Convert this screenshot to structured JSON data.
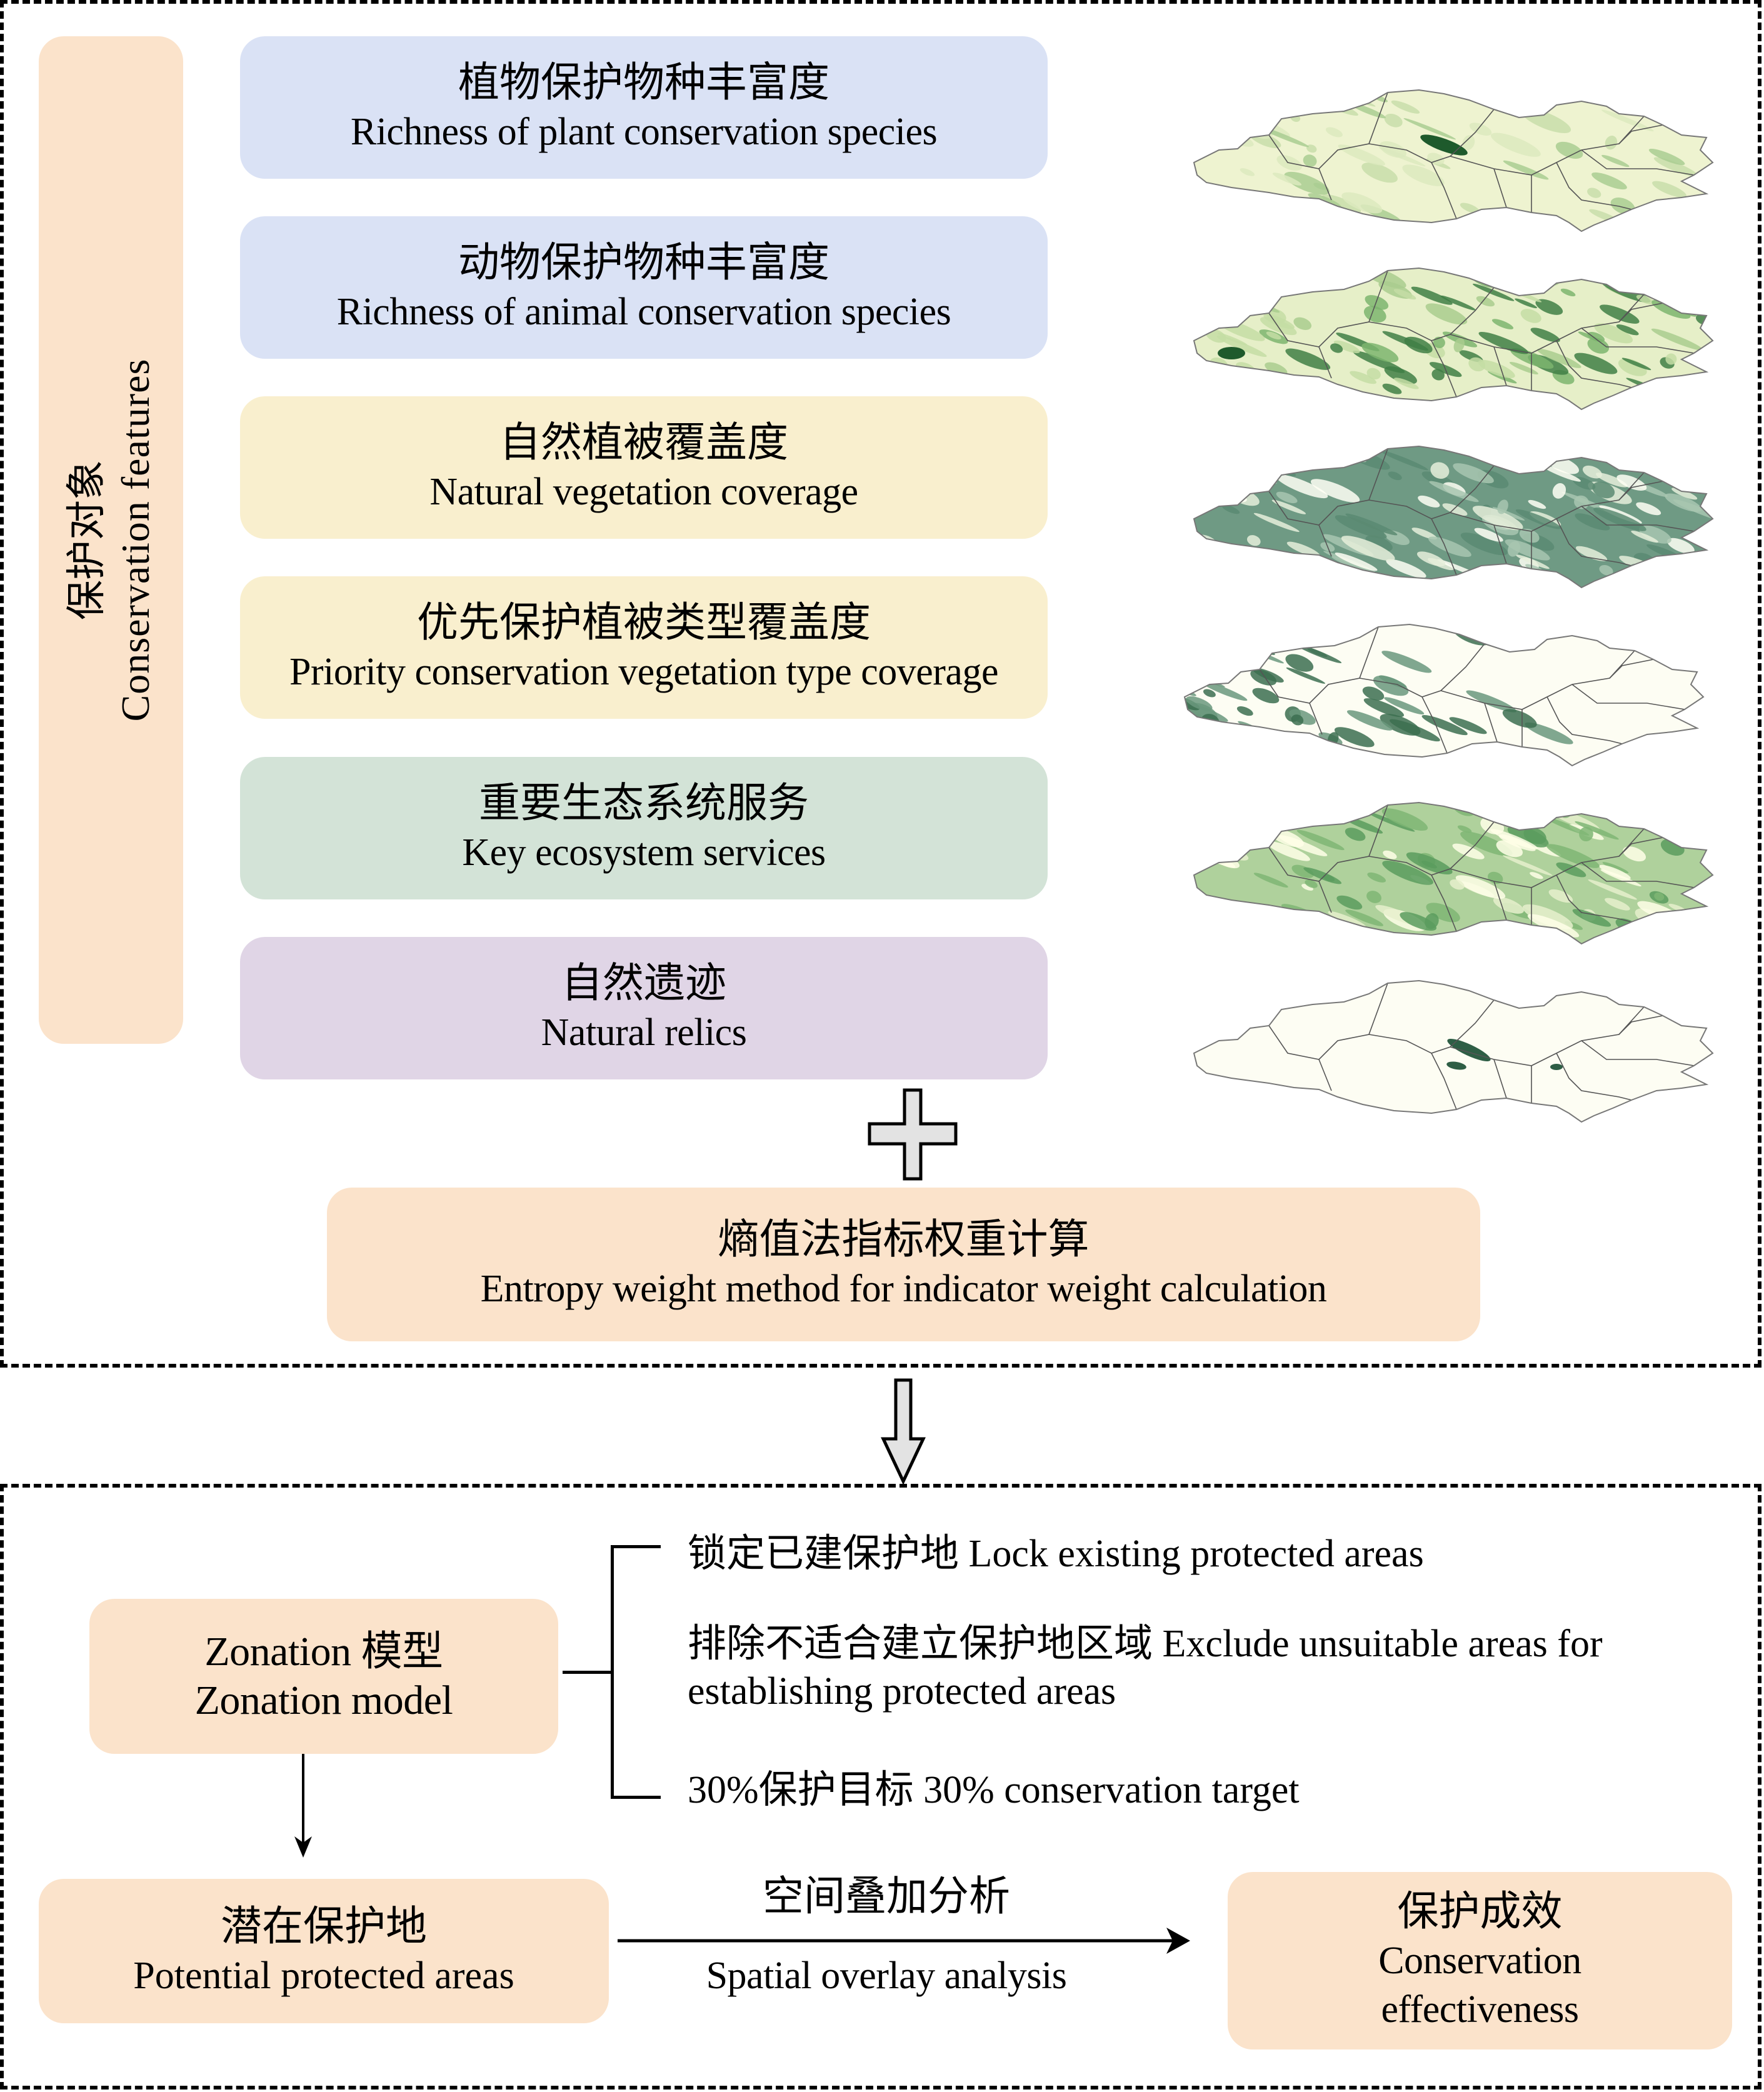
{
  "colors": {
    "orange": "#FBE3CB",
    "blue": "#DAE2F5",
    "yellow": "#F9EFCE",
    "green": "#D3E3D7",
    "purple": "#E0D5E6",
    "connector_fill": "#E3E3E3",
    "map_base": "#F8F8E6",
    "map_dark": "#2E5E45"
  },
  "section1": {
    "side_label": {
      "zh": "保护对象",
      "en": "Conservation features"
    },
    "features": [
      {
        "zh": "植物保护物种丰富度",
        "en": "Richness of plant conservation species",
        "color": "blue",
        "map_style": "light-green-sparse"
      },
      {
        "zh": "动物保护物种丰富度",
        "en": "Richness of animal conservation species",
        "color": "blue",
        "map_style": "medium-green"
      },
      {
        "zh": "自然植被覆盖度",
        "en": "Natural vegetation coverage",
        "color": "yellow",
        "map_style": "dense-dark-green"
      },
      {
        "zh": "优先保护植被类型覆盖度",
        "en": "Priority conservation vegetation type coverage",
        "color": "yellow",
        "map_style": "patchy-dark-west"
      },
      {
        "zh": "重要生态系统服务",
        "en": "Key ecosystem services",
        "color": "green",
        "map_style": "medium-green-dense"
      },
      {
        "zh": "自然遗迹",
        "en": "Natural relics",
        "color": "purple",
        "map_style": "mostly-empty"
      }
    ],
    "plus_icon": "plus-icon",
    "entropy": {
      "zh": "熵值法指标权重计算",
      "en": "Entropy weight method for indicator weight calculation"
    }
  },
  "transition": {
    "icon": "down-arrow-icon"
  },
  "section2": {
    "zonation": {
      "zh": "Zonation 模型",
      "en": "Zonation model"
    },
    "constraints": [
      {
        "text": "锁定已建保护地 Lock existing protected areas"
      },
      {
        "text_line1": "排除不适合建立保护地区域 Exclude unsuitable areas for",
        "text_line2": "establishing protected areas"
      },
      {
        "text": "30%保护目标 30% conservation target"
      }
    ],
    "potential": {
      "zh": "潜在保护地",
      "en": "Potential protected areas"
    },
    "overlay_arrow": {
      "zh": "空间叠加分析",
      "en": "Spatial overlay analysis"
    },
    "effectiveness": {
      "zh": "保护成效",
      "en_line1": "Conservation",
      "en_line2": "effectiveness"
    }
  }
}
